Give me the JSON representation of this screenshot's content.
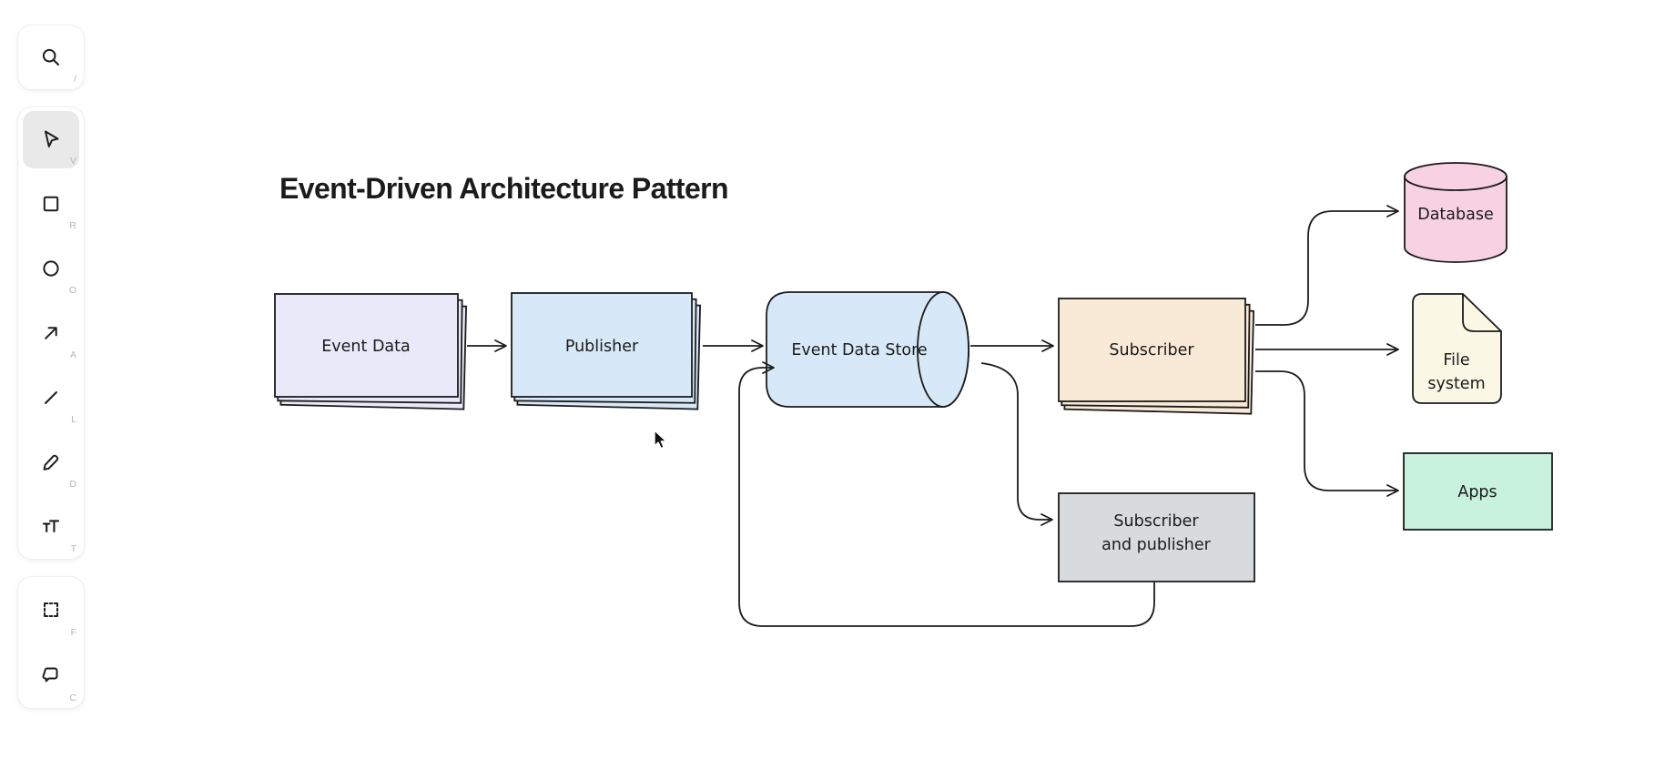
{
  "toolbar": {
    "search_shortcut": "/",
    "tools": [
      {
        "id": "select",
        "shortcut": "V",
        "active": true
      },
      {
        "id": "rectangle",
        "shortcut": "R",
        "active": false
      },
      {
        "id": "ellipse",
        "shortcut": "O",
        "active": false
      },
      {
        "id": "arrow",
        "shortcut": "A",
        "active": false
      },
      {
        "id": "line",
        "shortcut": "L",
        "active": false
      },
      {
        "id": "draw",
        "shortcut": "D",
        "active": false
      },
      {
        "id": "text",
        "shortcut": "T",
        "active": false
      }
    ],
    "bottom_tools": [
      {
        "id": "frame",
        "shortcut": "F"
      },
      {
        "id": "comment",
        "shortcut": "C"
      }
    ]
  },
  "canvas": {
    "title": "Event-Driven Architecture Pattern",
    "stroke": "#1b1b1b",
    "nodes": {
      "event_data": {
        "label": "Event Data",
        "fill": "#E9E9F9"
      },
      "publisher": {
        "label": "Publisher",
        "fill": "#D7E9F8"
      },
      "event_data_store": {
        "label": "Event Data Store",
        "fill": "#D7E9F8"
      },
      "subscriber": {
        "label": "Subscriber",
        "fill": "#F9EAD7"
      },
      "subscriber_and_publisher": {
        "label_line1": "Subscriber",
        "label_line2": "and publisher",
        "fill": "#D7DBDE"
      },
      "database": {
        "label": "Database",
        "fill": "#F8D2E2"
      },
      "file_system": {
        "label_line1": "File",
        "label_line2": "system",
        "fill": "#FAF8E5"
      },
      "apps": {
        "label": "Apps",
        "fill": "#C8F1DE"
      }
    }
  }
}
